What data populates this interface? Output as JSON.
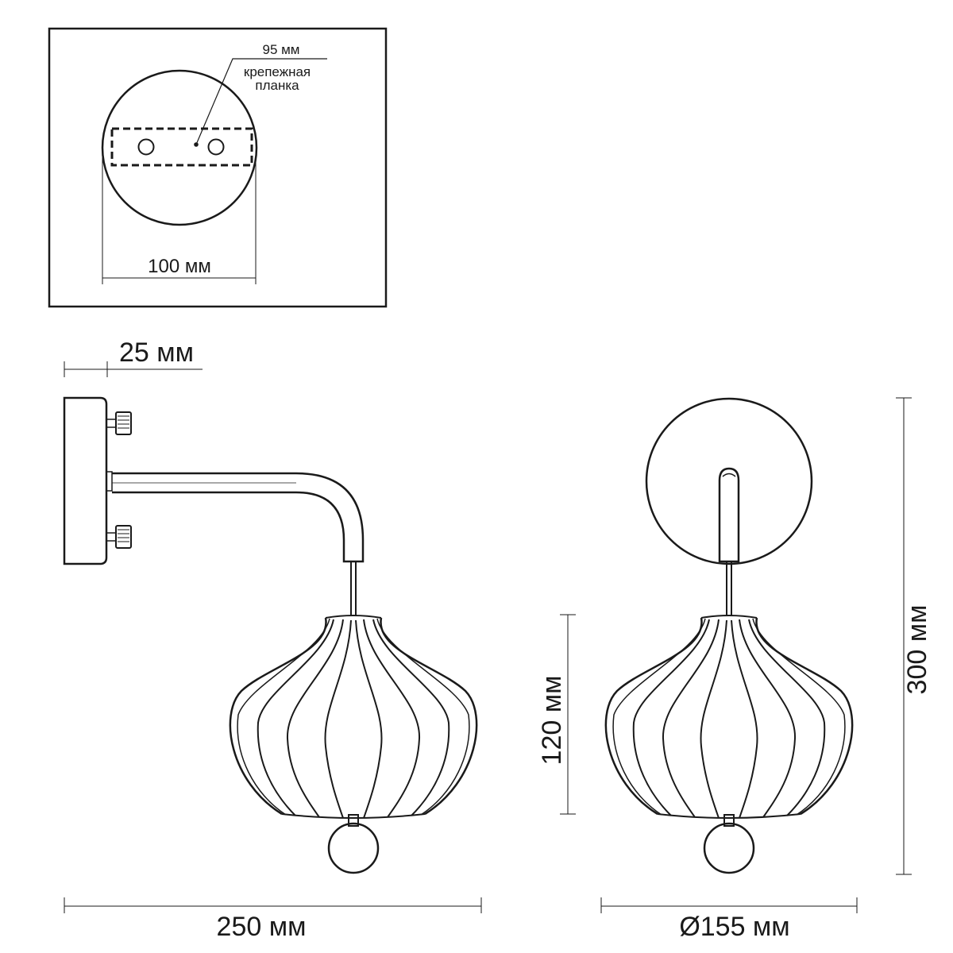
{
  "mount_plate_view": {
    "bar_width": "95 мм",
    "bar_label_line1": "крепежная",
    "bar_label_line2": "планка",
    "plate_diameter": "100 мм"
  },
  "side_view": {
    "plate_depth": "25 мм",
    "total_reach": "250 мм"
  },
  "front_view": {
    "shade_height": "120 мм",
    "total_height": "300 мм",
    "shade_diameter": "Ø155 мм"
  },
  "colors": {
    "line": "#1a1a1a",
    "background": "#ffffff"
  }
}
